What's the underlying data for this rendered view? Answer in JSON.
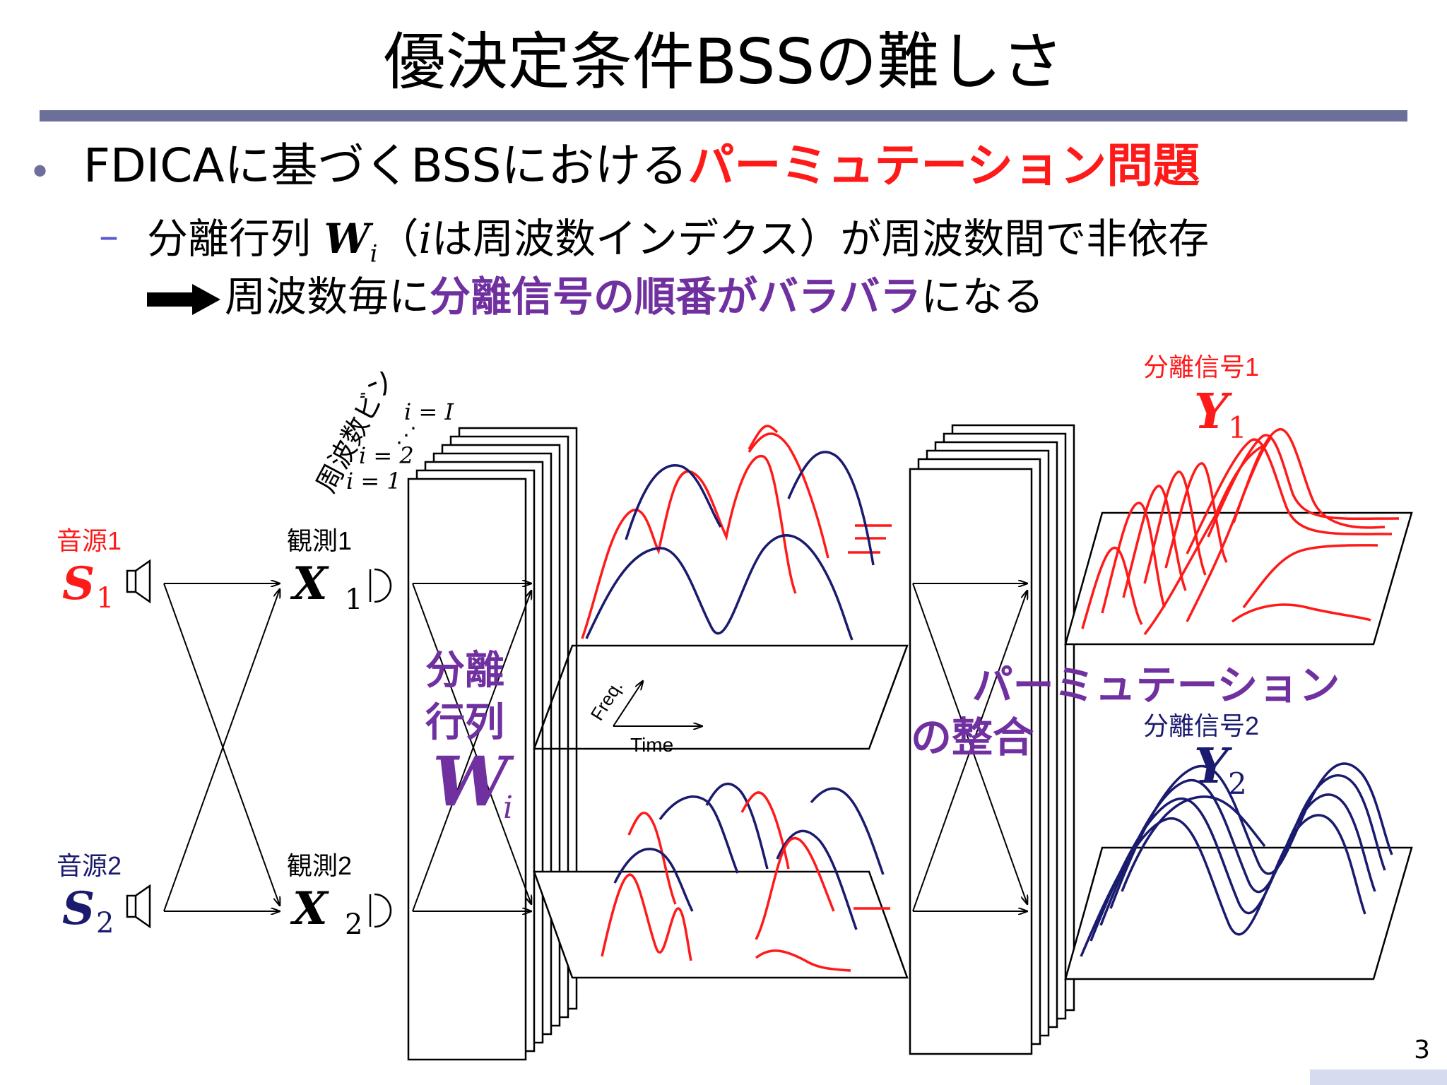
{
  "slide": {
    "title": "優決定条件BSSの難しさ",
    "page_number": "3"
  },
  "bullet1": {
    "text_a": "FDICAに基づくBSSにおける",
    "text_highlight": "パーミュテーション問題"
  },
  "sub1": {
    "text_a": "分離行列",
    "math_w": "W",
    "math_sub": "i",
    "text_b": "（",
    "math_i": "i",
    "text_c": "は周波数インデクス）が周波数間で非依存"
  },
  "sub2": {
    "text_a": "周波数毎に",
    "text_highlight": "分離信号の順番がバラバラ",
    "text_b": "になる"
  },
  "diagram": {
    "source1_label": "音源1",
    "source2_label": "音源2",
    "s_symbol": "S",
    "sub_1": "1",
    "sub_2": "2",
    "obs1_label": "観測1",
    "obs2_label": "観測2",
    "x_symbol": "X",
    "freq_bin_label": "周波数ビン",
    "idx_1": "i = 1",
    "idx_2": "i = 2",
    "idx_dots": "⋰",
    "idx_I": "i = I",
    "sep_matrix_line1": "分離",
    "sep_matrix_line2": "行列",
    "w_symbol": "W",
    "w_sub": "i",
    "axis_freq": "Freq.",
    "axis_time": "Time",
    "perm_line1": "パーミュテーション",
    "perm_line2": "の整合",
    "out1_label": "分離信号1",
    "out2_label": "分離信号2",
    "y_symbol": "Y"
  },
  "colors": {
    "red": "#ff1a1a",
    "navy": "#1a1a6e",
    "purple": "#7030a0",
    "rule": "#6b6f9a"
  }
}
